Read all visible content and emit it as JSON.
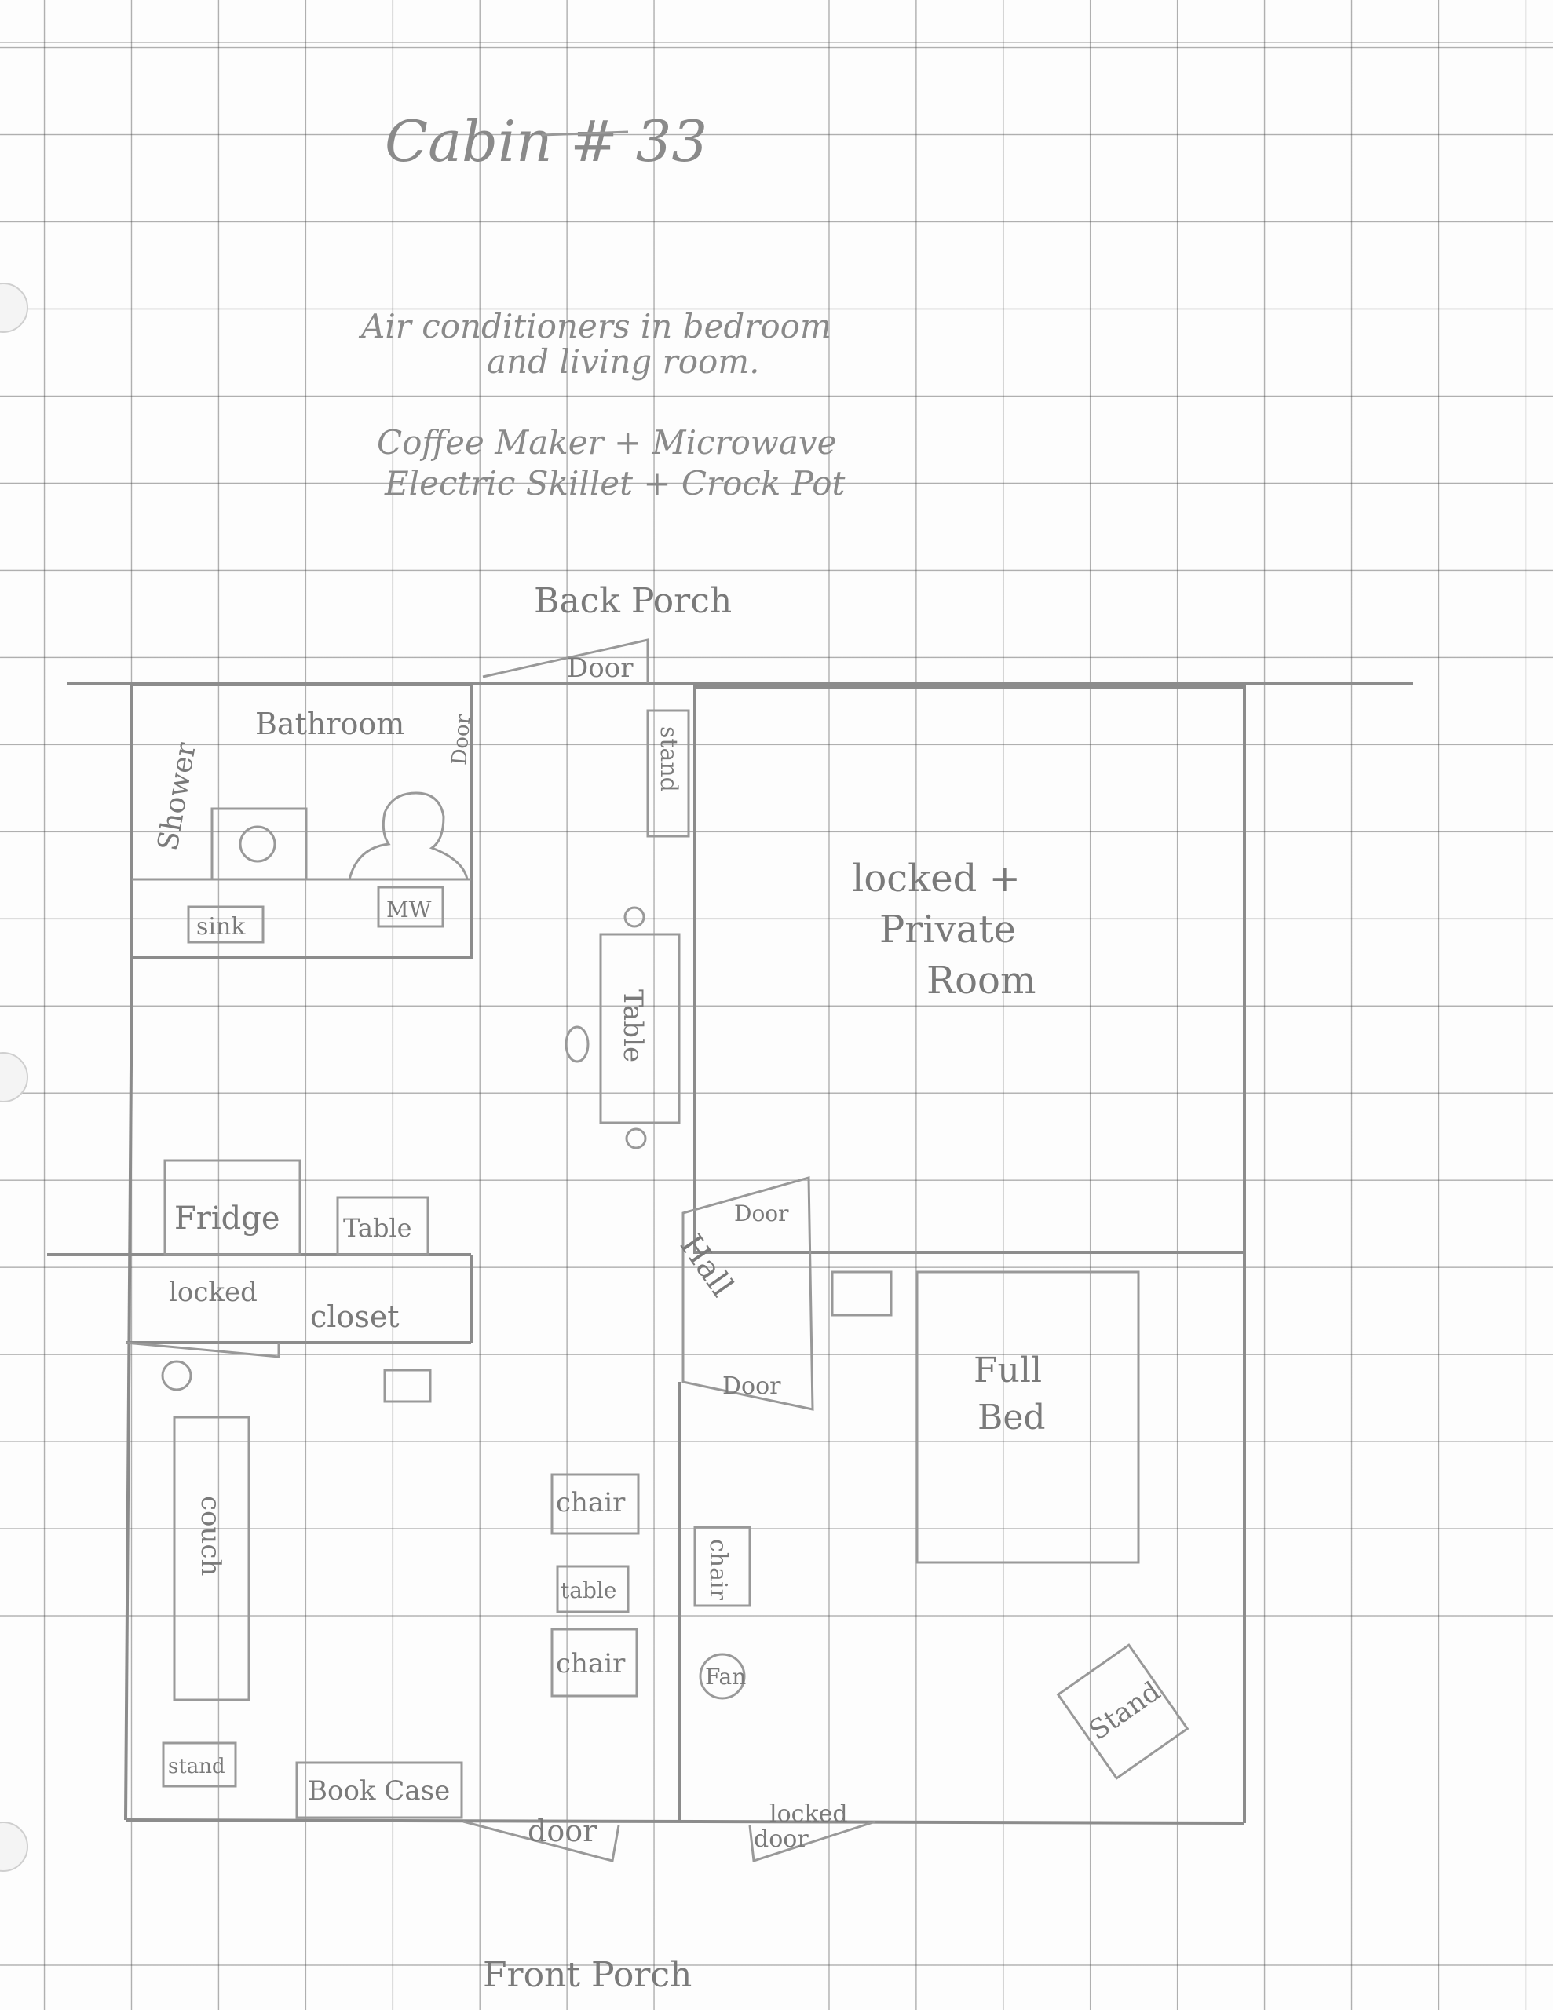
{
  "title": "Cabin # 33",
  "notes": {
    "line1": "Air conditioners in bedroom",
    "line2": "and living room.",
    "line3": "Coffee Maker + Microwave",
    "line4": "Electric Skillet + Crock Pot"
  },
  "labels": {
    "back_porch": "Back Porch",
    "front_porch": "Front Porch",
    "back_door": "Door",
    "bathroom": "Bathroom",
    "shower": "Shower",
    "bath_door": "Door",
    "stand_top": "stand",
    "sink": "sink",
    "microwave": "MW",
    "private_room_1": "locked +",
    "private_room_2": "Private",
    "private_room_3": "Room",
    "dining_table": "Table",
    "fridge": "Fridge",
    "kitchen_table": "Table",
    "closet_locked": "locked",
    "closet": "closet",
    "hall": "Hall",
    "hall_door_top": "Door",
    "hall_door_bottom": "Door",
    "bed_1": "Full",
    "bed_2": "Bed",
    "couch": "couch",
    "chair_1": "chair",
    "table_small": "table",
    "chair_2": "chair",
    "chair_3": "chair",
    "fan": "Fan",
    "stand_bedroom": "Stand",
    "stand_small": "stand",
    "bookcase": "Book Case",
    "front_door": "door",
    "locked_door_1": "locked",
    "locked_door_2": "door"
  }
}
